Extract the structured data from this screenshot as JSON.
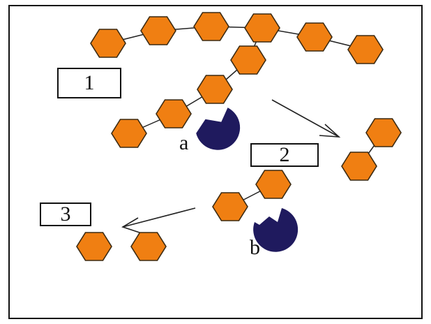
{
  "labels": {
    "step1": "1",
    "step2": "2",
    "step3": "3",
    "enzyme_a": "a",
    "enzyme_b": "b"
  },
  "colors": {
    "monomer_fill": "#f07f12",
    "monomer_stroke": "#3b2a12",
    "enzyme": "#1f1a5e",
    "line": "#222222",
    "frame": "#111111"
  }
}
